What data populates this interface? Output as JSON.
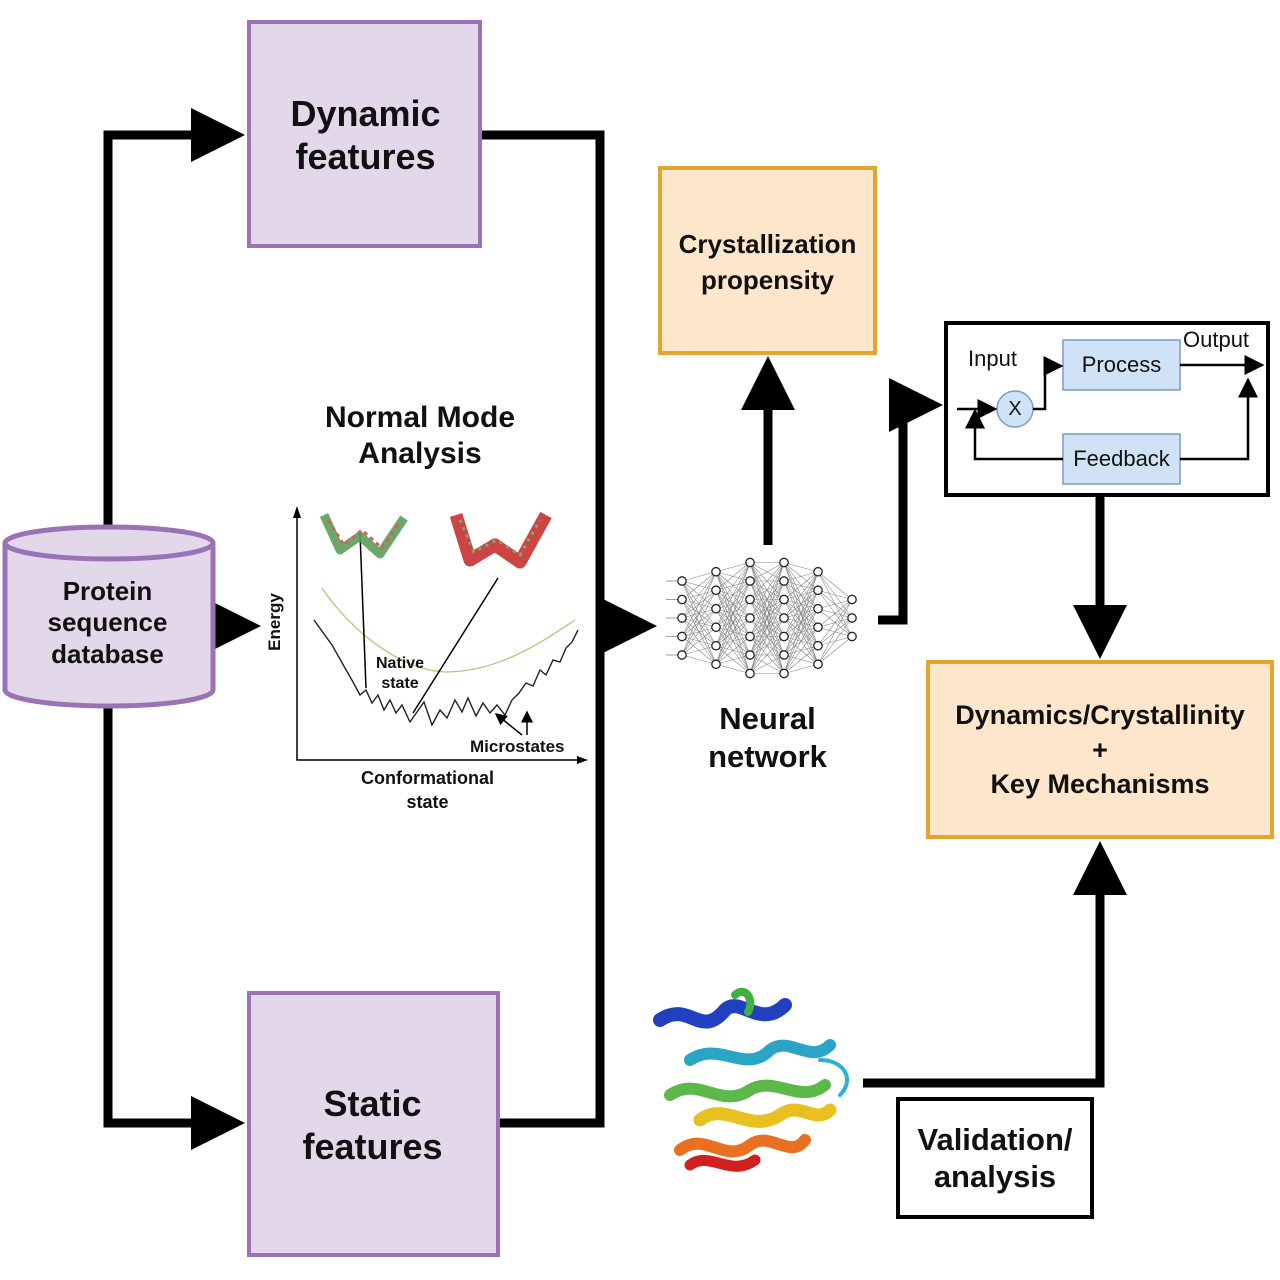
{
  "colors": {
    "purple_fill": "#e3d8ea",
    "purple_border": "#9b72b5",
    "orange_fill": "#fde6cc",
    "orange_border": "#e2a52d",
    "blue_fill": "#cfe2f6",
    "blue_border": "#7a9cc4",
    "arrow": "#000000"
  },
  "database": {
    "label": "Protein sequence database"
  },
  "dynamic": {
    "label": "Dynamic features"
  },
  "static": {
    "label": "Static features"
  },
  "nma": {
    "title": "Normal Mode Analysis",
    "y_axis": "Energy",
    "x_axis": "Conformational state",
    "native": "Native state",
    "micro": "Microstates"
  },
  "crystallization": {
    "label": "Crystallization propensity"
  },
  "neural": {
    "label": "Neural network"
  },
  "feedback_loop": {
    "input": "Input",
    "output": "Output",
    "multiply": "X",
    "process": "Process",
    "feedback": "Feedback"
  },
  "result": {
    "line1": "Dynamics/Crystallinity",
    "line2": "+",
    "line3": "Key Mechanisms"
  },
  "validation": {
    "label": "Validation/ analysis"
  }
}
